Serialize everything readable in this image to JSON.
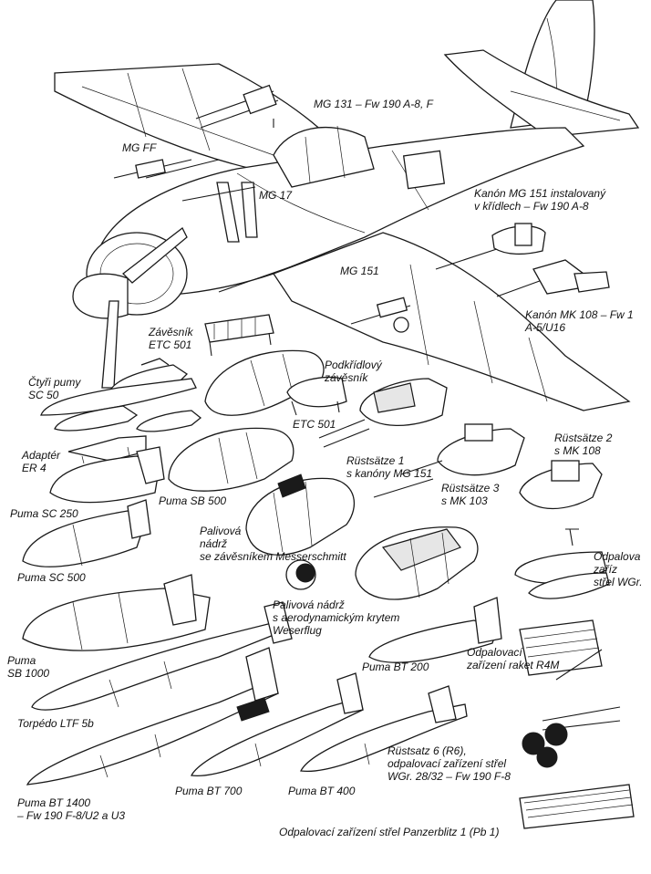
{
  "labels": {
    "mg131": "MG 131 – Fw 190 A-8, F",
    "mgff": "MG FF",
    "mg17": "MG 17",
    "mg151": "MG 151",
    "mg151_wing": "Kanón MG 151 instalovaný\nv křídlech – Fw 190 A-8",
    "mk108": "Kanón MK 108 – Fw 1\nA-5/U16",
    "etc501": "Závěsník\nETC 501",
    "podkridlovy": "Podkřídlový\nzávěsník",
    "etc501b": "ETC 501",
    "ctyri_pumy": "Čtyři pumy\nSC 50",
    "adapter": "Adaptér\nER 4",
    "rustsatze1": "Rüstsätze 1\ns kanóny MG 151",
    "rustsatze2": "Rüstsätze 2\ns MK 108",
    "rustsatze3": "Rüstsätze 3\ns MK 103",
    "sb500": "Puma SB 500",
    "sc250": "Puma SC 250",
    "sc500": "Puma SC 500",
    "palivova_messerschmitt": "Palivová\nnádrž\nse závěsníkem Messerschmitt",
    "odpalova": "Odpalova\nzaříz\nstřel WGr.",
    "palivova_weserflug": "Palivová nádrž\ns aerodynamickým krytem\nWeserflug",
    "sb1000": "Puma\nSB 1000",
    "bt200": "Puma BT 200",
    "r4m": "Odpalovací\nzařízení raket R4M",
    "torpedo": "Torpédo LTF 5b",
    "r6": "Rüstsatz 6 (R6),\nodpalovací zařízení střel\nWGr. 28/32 – Fw 190 F-8",
    "bt1400": "Puma BT 1400\n– Fw 190 F-8/U2 a U3",
    "bt700": "Puma BT 700",
    "bt400": "Puma BT 400",
    "panzerblitz": "Odpalovací zařízení střel Panzerblitz 1 (Pb 1)"
  }
}
